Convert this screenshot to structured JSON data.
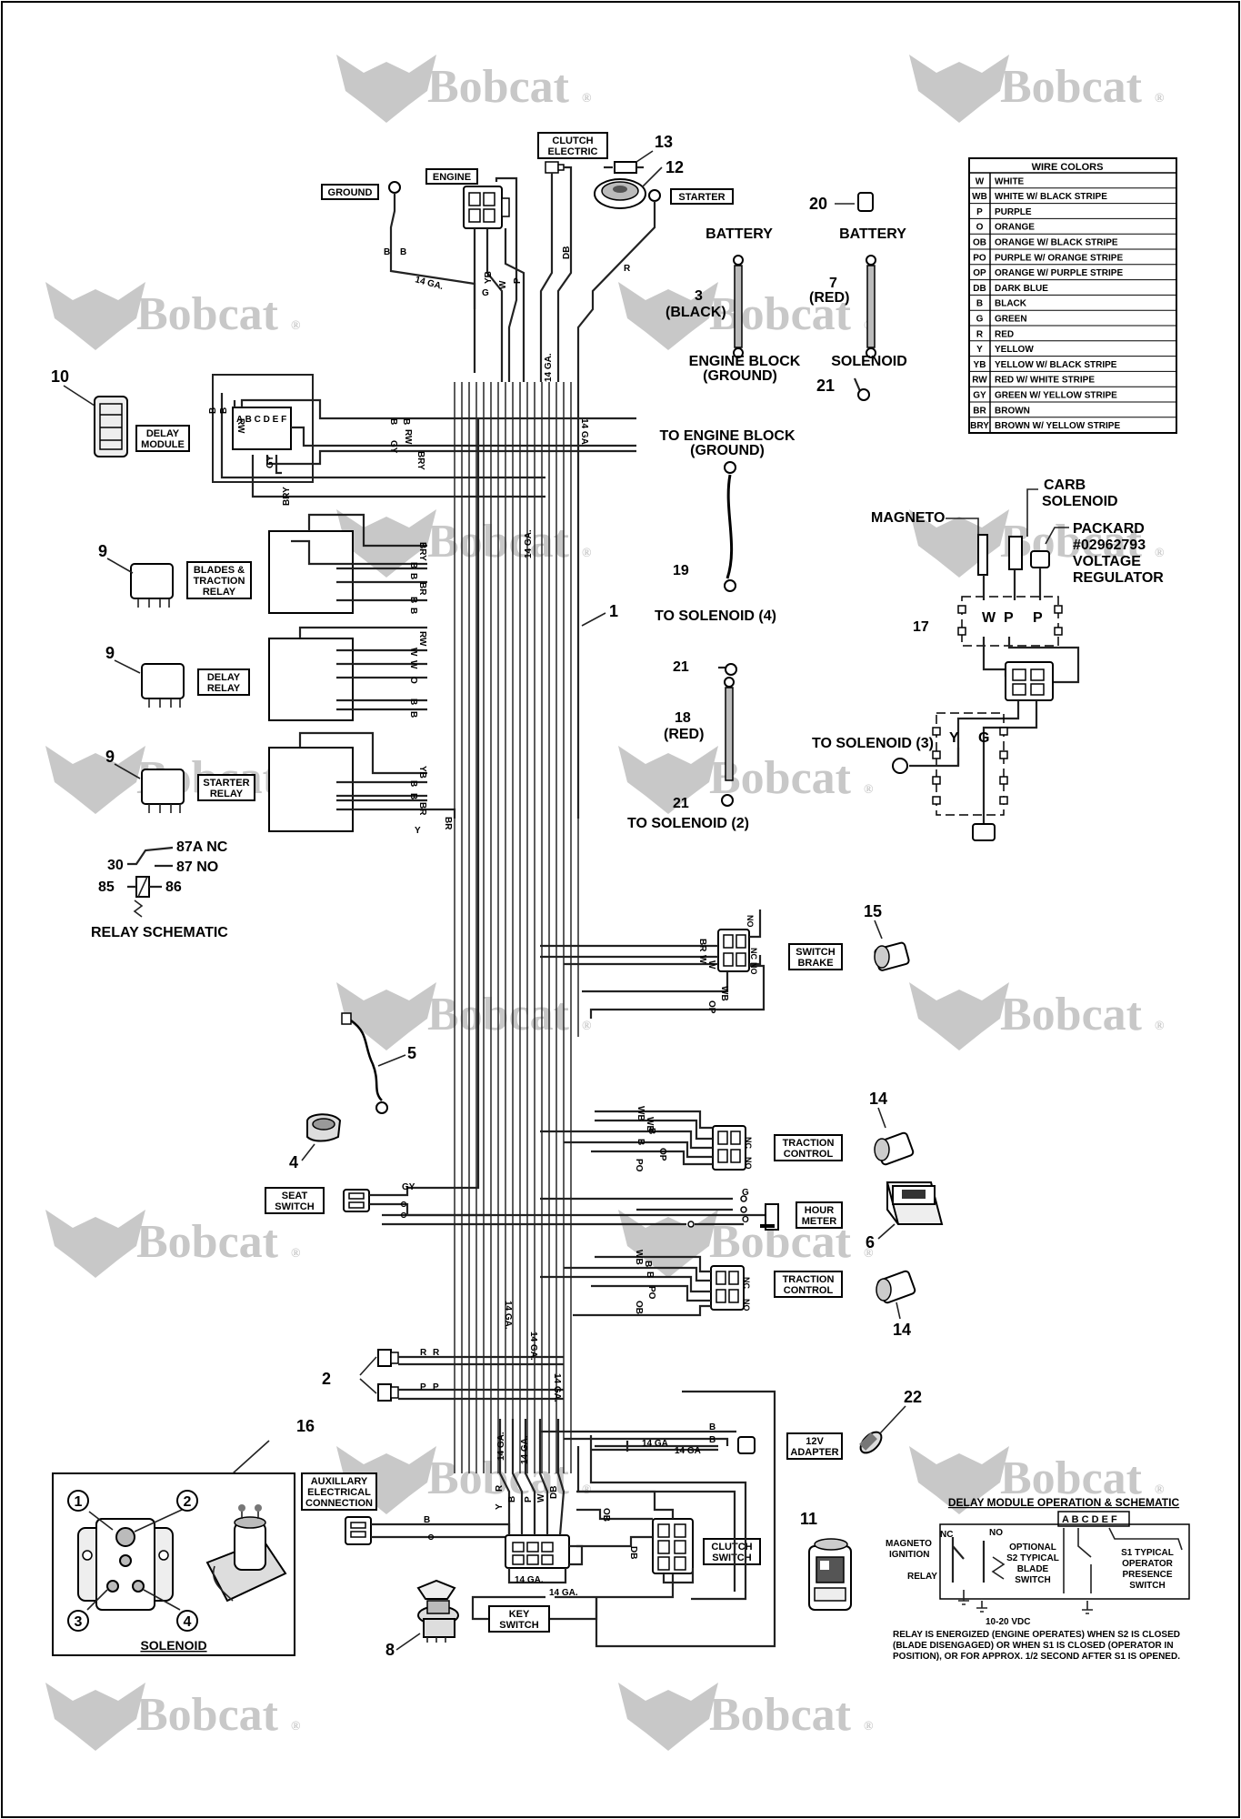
{
  "watermark": {
    "text": "Bobcat",
    "registered": "®"
  },
  "wire_colors": {
    "title": "WIRE COLORS",
    "rows": [
      {
        "code": "W",
        "name": "WHITE"
      },
      {
        "code": "WB",
        "name": "WHITE W/ BLACK STRIPE"
      },
      {
        "code": "P",
        "name": "PURPLE"
      },
      {
        "code": "O",
        "name": "ORANGE"
      },
      {
        "code": "OB",
        "name": "ORANGE W/ BLACK STRIPE"
      },
      {
        "code": "PO",
        "name": "PURPLE W/ ORANGE STRIPE"
      },
      {
        "code": "OP",
        "name": "ORANGE W/ PURPLE STRIPE"
      },
      {
        "code": "DB",
        "name": "DARK BLUE"
      },
      {
        "code": "B",
        "name": "BLACK"
      },
      {
        "code": "G",
        "name": "GREEN"
      },
      {
        "code": "R",
        "name": "RED"
      },
      {
        "code": "Y",
        "name": "YELLOW"
      },
      {
        "code": "YB",
        "name": "YELLOW W/ BLACK STRIPE"
      },
      {
        "code": "RW",
        "name": "RED W/ WHITE STRIPE"
      },
      {
        "code": "GY",
        "name": "GREEN W/ YELLOW STRIPE"
      },
      {
        "code": "BR",
        "name": "BROWN"
      },
      {
        "code": "BRY",
        "name": "BROWN W/ YELLOW STRIPE"
      }
    ]
  },
  "labels": {
    "ground": "GROUND",
    "engine": "ENGINE",
    "clutch_electric_1": "CLUTCH",
    "clutch_electric_2": "ELECTRIC",
    "starter": "STARTER",
    "delay_module_1": "DELAY",
    "delay_module_2": "MODULE",
    "blades_relay_1": "BLADES &",
    "blades_relay_2": "TRACTION",
    "blades_relay_3": "RELAY",
    "delay_relay_1": "DELAY",
    "delay_relay_2": "RELAY",
    "starter_relay_1": "STARTER",
    "starter_relay_2": "RELAY",
    "switch_brake_1": "SWITCH",
    "switch_brake_2": "BRAKE",
    "traction_control_1": "TRACTION",
    "traction_control_2": "CONTROL",
    "hour_meter_1": "HOUR",
    "hour_meter_2": "METER",
    "seat_switch_1": "SEAT",
    "seat_switch_2": "SWITCH",
    "adapter_1": "12V",
    "adapter_2": "ADAPTER",
    "aux_1": "AUXILLARY",
    "aux_2": "ELECTRICAL",
    "aux_3": "CONNECTION",
    "clutch_switch_1": "CLUTCH",
    "clutch_switch_2": "SWITCH",
    "key_switch_1": "KEY",
    "key_switch_2": "SWITCH",
    "solenoid": "SOLENOID",
    "battery": "BATTERY",
    "black": "(BLACK)",
    "red": "(RED)",
    "engine_block_1": "ENGINE BLOCK",
    "engine_block_2": "(GROUND)",
    "solenoid_label": "SOLENOID",
    "to_engine_block_1": "TO ENGINE BLOCK",
    "to_engine_block_2": "(GROUND)",
    "to_solenoid_4": "TO SOLENOID (4)",
    "to_solenoid_2": "TO SOLENOID (2)",
    "to_solenoid_3": "TO SOLENOID (3)",
    "carb_1": "CARB",
    "carb_2": "SOLENOID",
    "magneto": "MAGNETO",
    "packard_1": "PACKARD",
    "packard_2": "#02962793",
    "packard_3": "VOLTAGE",
    "packard_4": "REGULATOR",
    "relay_87a": "87A  NC",
    "relay_87": "87  NO",
    "relay_30": "30",
    "relay_85": "85",
    "relay_86": "86",
    "relay_schematic": "RELAY SCHEMATIC",
    "gauge": "14 GA.",
    "gauge_short": "14 GA"
  },
  "callouts": {
    "n1": "1",
    "n2": "2",
    "n3": "3",
    "n4": "4",
    "n5": "5",
    "n6": "6",
    "n7": "7",
    "n8": "8",
    "n9": "9",
    "n10": "10",
    "n11": "11",
    "n12": "12",
    "n13": "13",
    "n14": "14",
    "n15": "15",
    "n16": "16",
    "n17": "17",
    "n18": "18",
    "n19": "19",
    "n20": "20",
    "n21": "21",
    "n22": "22"
  },
  "solenoid_terminals": [
    "1",
    "2",
    "3",
    "4"
  ],
  "regulator": {
    "pins_top": [
      "W",
      "P",
      "P"
    ],
    "pins_bottom": [
      "Y",
      "G"
    ]
  },
  "delay_module_schematic": {
    "title": "DELAY MODULE OPERATION & SCHEMATIC",
    "pins": "A B C D E F",
    "magneto_1": "MAGNETO",
    "magneto_2": "IGNITION",
    "relay": "RELAY",
    "nc": "NC",
    "no": "NO",
    "s2_1": "OPTIONAL",
    "s2_2": "S2 TYPICAL",
    "s2_3": "BLADE",
    "s2_4": "SWITCH",
    "s1_1": "S1 TYPICAL",
    "s1_2": "OPERATOR",
    "s1_3": "PRESENCE",
    "s1_4": "SWITCH",
    "vdc": "10-20 VDC",
    "note_1": "RELAY IS ENERGIZED (ENGINE OPERATES) WHEN S2 IS CLOSED",
    "note_2": "(BLADE DISENGAGED) OR WHEN S1 IS CLOSED (OPERATOR IN",
    "note_3": "POSITION), OR FOR APPROX. 1/2 SECOND AFTER S1 IS OPENED."
  },
  "wire_codes": {
    "b": "B",
    "g": "G",
    "yb": "YB",
    "w": "W",
    "p": "P",
    "db": "DB",
    "r": "R",
    "rw": "RW",
    "bry": "BRY",
    "gy": "GY",
    "br": "BR",
    "o": "O",
    "y": "Y",
    "wb": "WB",
    "op": "OP",
    "po": "PO",
    "ob": "OB",
    "no": "NO",
    "nc": "NC",
    "n87a": "87A",
    "n85": "85",
    "n86": "86",
    "n30": "30",
    "n87": "87"
  }
}
